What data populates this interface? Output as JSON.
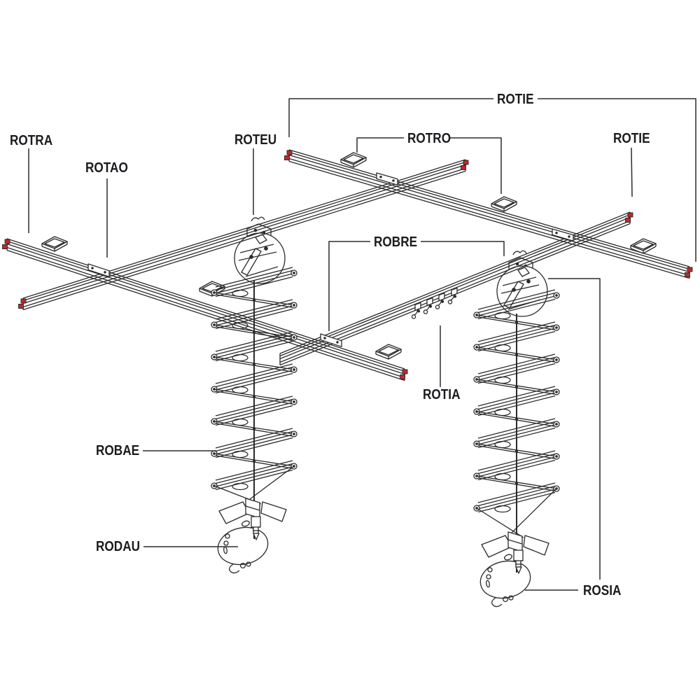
{
  "diagram": {
    "description": "Isometric exploded diagram of a ceiling rail / pantograph studio suspension system with part-code callouts",
    "labels": [
      {
        "id": "rotra",
        "text": "ROTRA",
        "points_to": "rail-end-stop-left"
      },
      {
        "id": "rotao",
        "text": "ROTAO",
        "points_to": "rail-crossing-clamp-left"
      },
      {
        "id": "roteu",
        "text": "ROTEU",
        "points_to": "trolley-carriage-left-pantograph"
      },
      {
        "id": "rotie-top",
        "text": "ROTIE",
        "points_to": "upper-ceiling-rail"
      },
      {
        "id": "rotro",
        "text": "ROTRO",
        "points_to": "ceiling-mount-brackets"
      },
      {
        "id": "rotie-right",
        "text": "ROTIE",
        "points_to": "right-rail-end"
      },
      {
        "id": "robre",
        "text": "ROBRE",
        "points_to": "rail-joining-plates"
      },
      {
        "id": "rotia",
        "text": "ROTIA",
        "points_to": "cable-runner-glides"
      },
      {
        "id": "robae",
        "text": "ROBAE",
        "points_to": "scissor-pantograph"
      },
      {
        "id": "rodau",
        "text": "RODAU",
        "points_to": "bottom-hook-safety-ring-left"
      },
      {
        "id": "rosia",
        "text": "ROSIA",
        "points_to": "pantograph-swivel-and-hook-right"
      }
    ],
    "colors": {
      "line": "#2b2b2b",
      "end_cap_red": "#c1272d",
      "label_text": "#1b1b1f",
      "background": "#ffffff"
    }
  }
}
